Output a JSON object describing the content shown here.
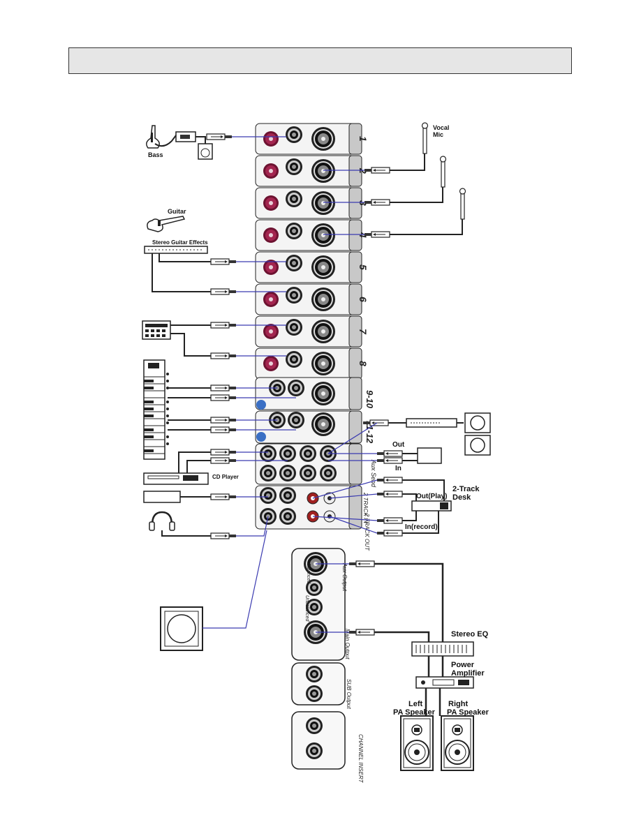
{
  "header": {
    "title": ""
  },
  "sources": {
    "bass": "Bass",
    "vocal_mic": "Vocal\nMic",
    "guitar": "Guitar",
    "stereo_guitar_effects": "Stereo Guitar Effects",
    "cd_player": "CD\nPlayer"
  },
  "mixer": {
    "channels": [
      "1",
      "2",
      "3",
      "4",
      "5",
      "6",
      "7",
      "8",
      "9-10",
      "11-12"
    ],
    "aux_send_label": "Aux Send",
    "tape_in_label": "2 TRACK IN",
    "tape_out_label": "2 TRACK OUT"
  },
  "connections": {
    "out": "Out",
    "in": "In",
    "out_play": "Out(Play)",
    "in_record": "In(record)",
    "two_track_desk": "2-Track\nDesk"
  },
  "outputs": {
    "stereo_eq": "Stereo EQ",
    "power_amplifier": "Power\nAmplifier",
    "left_pa_speaker": "Left\nPA Speaker",
    "right_pa_speaker": "Right\nPA Speaker"
  },
  "rear_panel": {
    "aux_output": "Aux Output",
    "main_output": "Main Output",
    "balanced": "Balanced",
    "unbalanced": "Unbalanced",
    "sub_output": "SUB Output",
    "channel_insert": "CHANNEL INSERT"
  }
}
